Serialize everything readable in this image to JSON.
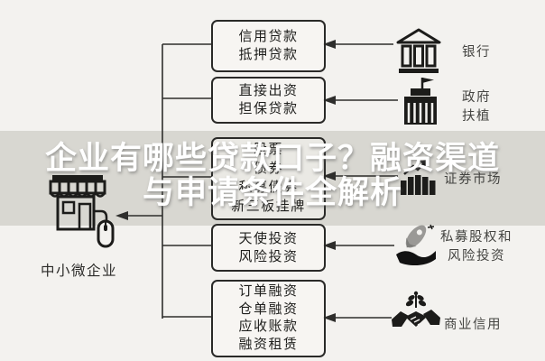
{
  "title": {
    "line1": "企业有哪些贷款口子？融资渠道",
    "line2": "与申请条件全解析"
  },
  "enterprise": {
    "label": "中小微企业",
    "icon": "storefront-mouse-icon"
  },
  "channels": [
    {
      "name": "bank",
      "icon": "bank-building-icon",
      "label": "银行",
      "box_lines": [
        "信用贷款",
        "抵押贷款"
      ]
    },
    {
      "name": "government",
      "icon": "government-building-icon",
      "label_lines": [
        "政府",
        "扶植"
      ],
      "box_lines": [
        "直接出资",
        "担保贷款"
      ]
    },
    {
      "name": "securities-market",
      "icon": "stock-market-icon",
      "label": "证券市场",
      "box_lines": [
        "股票",
        "债券",
        "私募债券",
        "新三板挂牌"
      ]
    },
    {
      "name": "private-equity-vc",
      "icon": "rocket-in-hand-icon",
      "label_lines": [
        "私募股权和",
        "风险投资"
      ],
      "box_lines": [
        "天使投资",
        "风险投资"
      ]
    },
    {
      "name": "commercial-credit",
      "icon": "handshake-plant-icon",
      "label": "商业信用",
      "box_lines": [
        "订单融资",
        "仓单融资",
        "应收账款",
        "融资租赁"
      ]
    }
  ],
  "colors": {
    "background": "#f3f2ef",
    "band": "#d8d7d1",
    "box_border": "#2a2a28",
    "line": "#2e2e2c",
    "title_text": "#ffffff",
    "icon_ink": "#1c1c1a",
    "rocket_gray": "#9a9996"
  }
}
